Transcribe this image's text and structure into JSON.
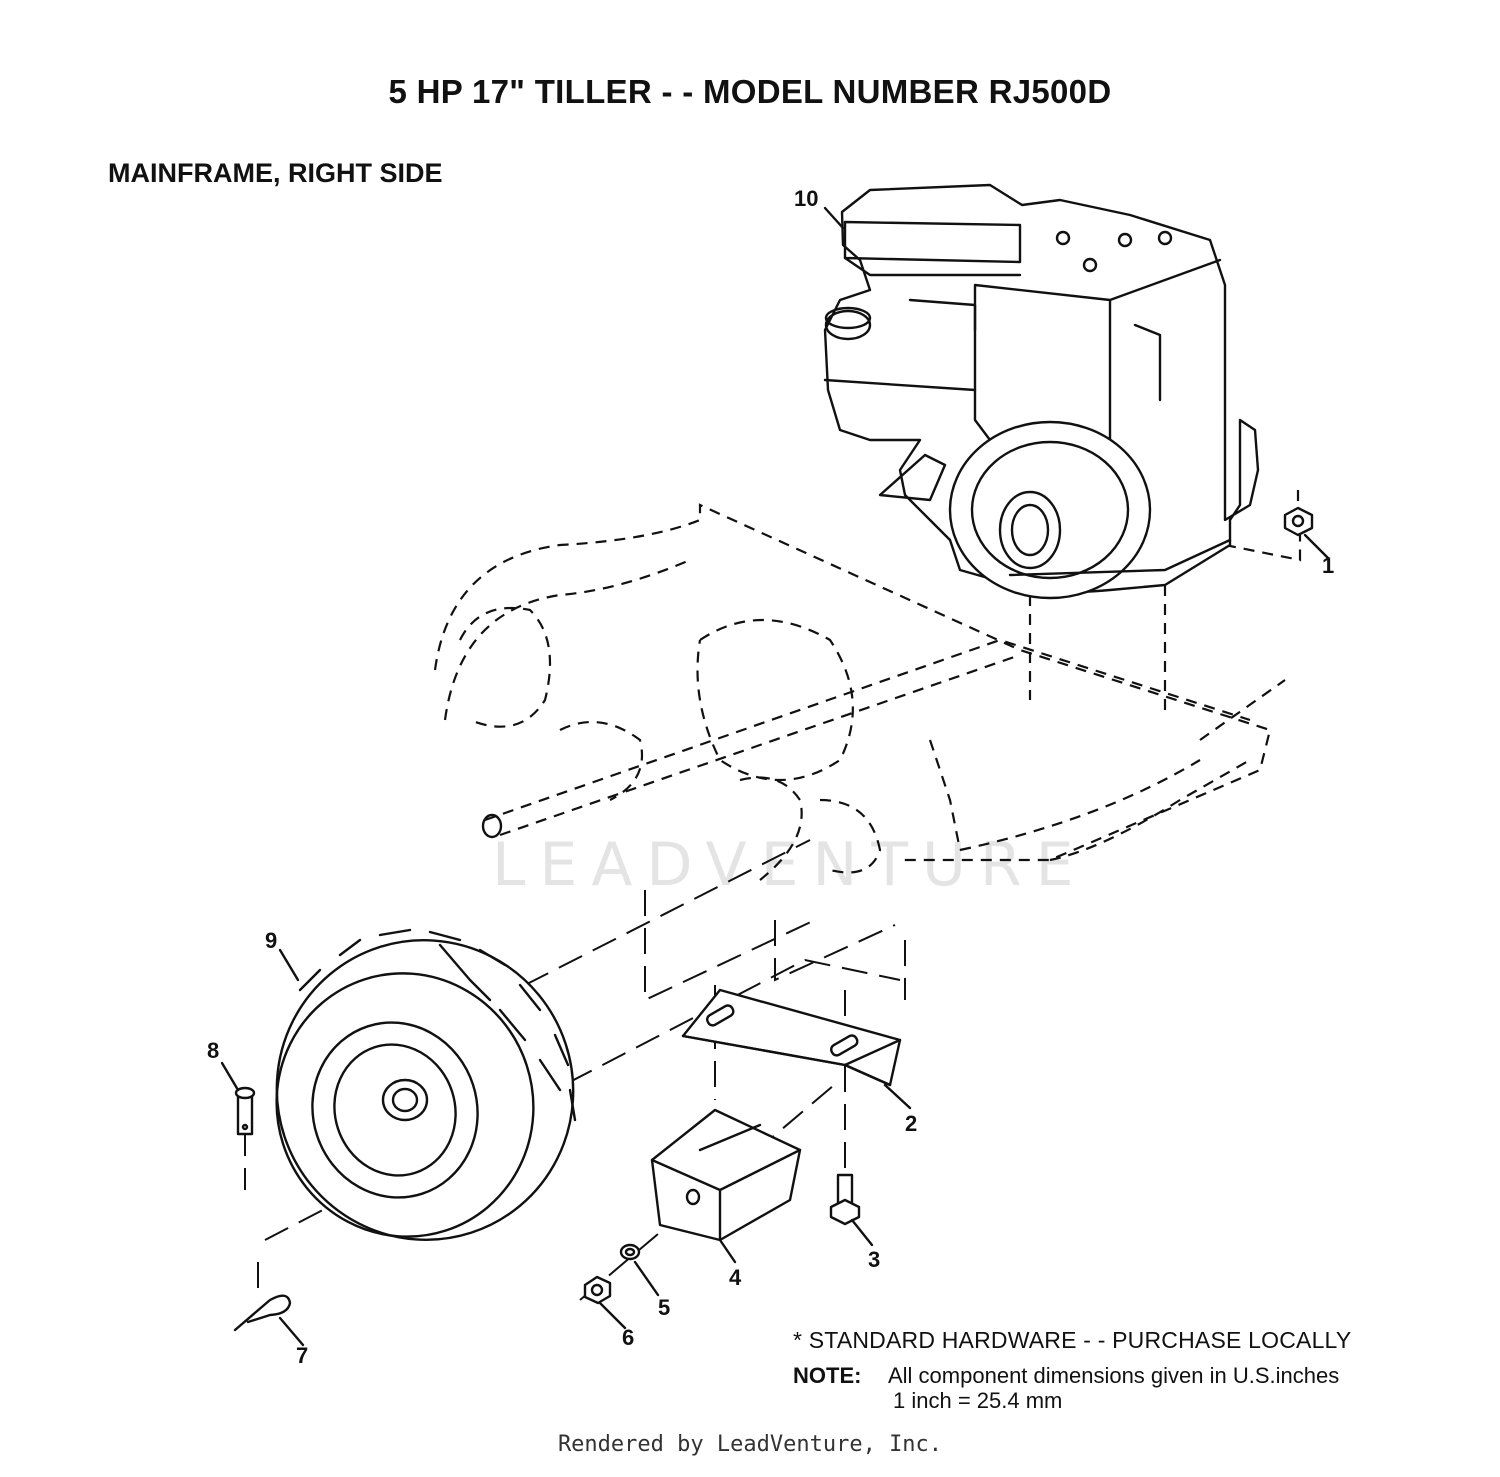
{
  "title": "5 HP 17\" TILLER - - MODEL NUMBER RJ500D",
  "subtitle": "MAINFRAME, RIGHT SIDE",
  "callouts": [
    "1",
    "2",
    "3",
    "4",
    "5",
    "6",
    "7",
    "8",
    "9",
    "10"
  ],
  "standard_hardware": "* STANDARD HARDWARE - - PURCHASE LOCALLY",
  "note": {
    "label": "NOTE:",
    "text": "All component dimensions given in U.S.inches",
    "conversion": "1 inch = 25.4 mm"
  },
  "watermark": "LEADVENTURE",
  "footer": "Rendered by LeadVenture, Inc."
}
